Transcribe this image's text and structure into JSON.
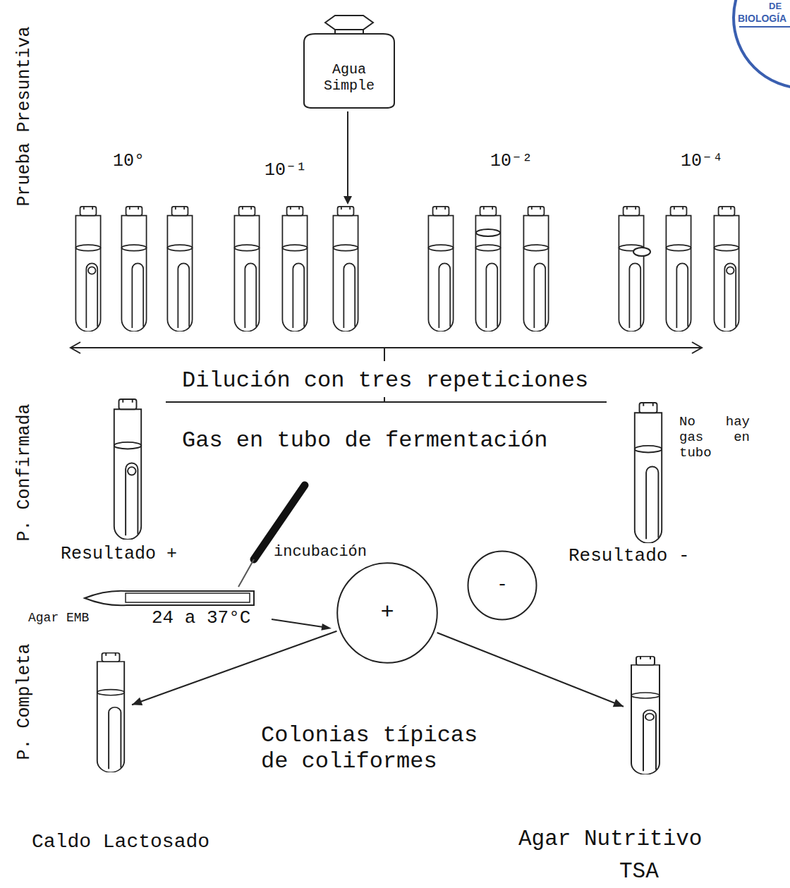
{
  "diagram": {
    "nodes": [
      {
        "text": [
          "Agua Simple"
        ]
      },
      {
        "text": [
          "-"
        ]
      },
      {
        "text": [
          "+"
        ]
      },
      {
        "text": [
          "Caldo Lactosado"
        ]
      },
      {
        "text": [
          "Agar Nutritivo",
          "TSA"
        ]
      }
    ],
    "edges": [
      {
        "from": 2,
        "to": 3,
        "arrow": "to"
      },
      {
        "from": 2,
        "to": 4,
        "arrow": "to"
      }
    ],
    "labels": [
      "DE",
      "BIOLOGÍA",
      "Prueba Presuntiva",
      "10°",
      "10⁻¹",
      "10⁻²",
      "10⁻⁴",
      "Dilución con tres repeticiones",
      "P. Confirmada",
      "Gas en tubo de fermentación",
      "No hay gas en tubo",
      "Resultado +",
      "incubación",
      "Resultado -",
      "Agar EMB",
      "24 a 37°C",
      "P. Completa",
      "Colonias típicas de coliformes"
    ]
  }
}
